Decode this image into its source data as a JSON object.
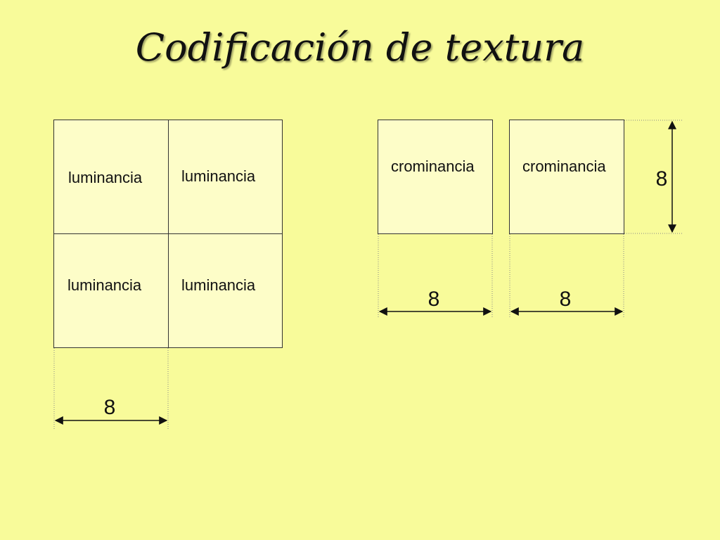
{
  "title": "Codificación de textura",
  "luminance": {
    "cells": [
      {
        "label": "luminancia"
      },
      {
        "label": "luminancia"
      },
      {
        "label": "luminancia"
      },
      {
        "label": "luminancia"
      }
    ],
    "width_label": "8"
  },
  "chrominance": {
    "cells": [
      {
        "label": "crominancia",
        "width_label": "8"
      },
      {
        "label": "crominancia",
        "width_label": "8"
      }
    ],
    "height_label": "8"
  },
  "colors": {
    "background": "#f8fb9a",
    "cell_fill": "#fdfdc8",
    "line": "#333333"
  }
}
